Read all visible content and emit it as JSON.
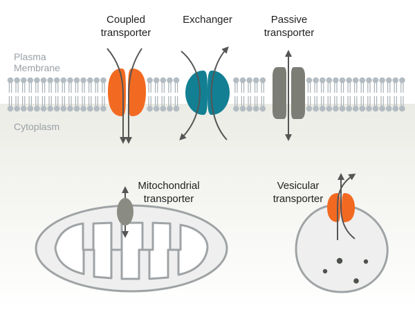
{
  "labels": {
    "membrane_line1": "Plasma",
    "membrane_line2": "Membrane",
    "cytoplasm": "Cytoplasm",
    "coupled_line1": "Coupled",
    "coupled_line2": "transporter",
    "exchanger": "Exchanger",
    "passive_line1": "Passive",
    "passive_line2": "transporter",
    "mito_line1": "Mitochondrial",
    "mito_line2": "transporter",
    "vesicular_line1": "Vesicular",
    "vesicular_line2": "transporter"
  },
  "colors": {
    "orange": "#f26a21",
    "teal": "#127f93",
    "gray_transporter": "#7c7d75",
    "mito_transporter": "#8a8c83",
    "lipid_head": "#b3bcc2",
    "lipid_tail": "#a7afb4",
    "arrow": "#555555",
    "outline": "#9fa3a5",
    "organelle_fill": "#efefef",
    "vesicle_dots": "#4d514b",
    "text_gray": "#9aa0a6",
    "text_dark": "#1f1f1f"
  }
}
